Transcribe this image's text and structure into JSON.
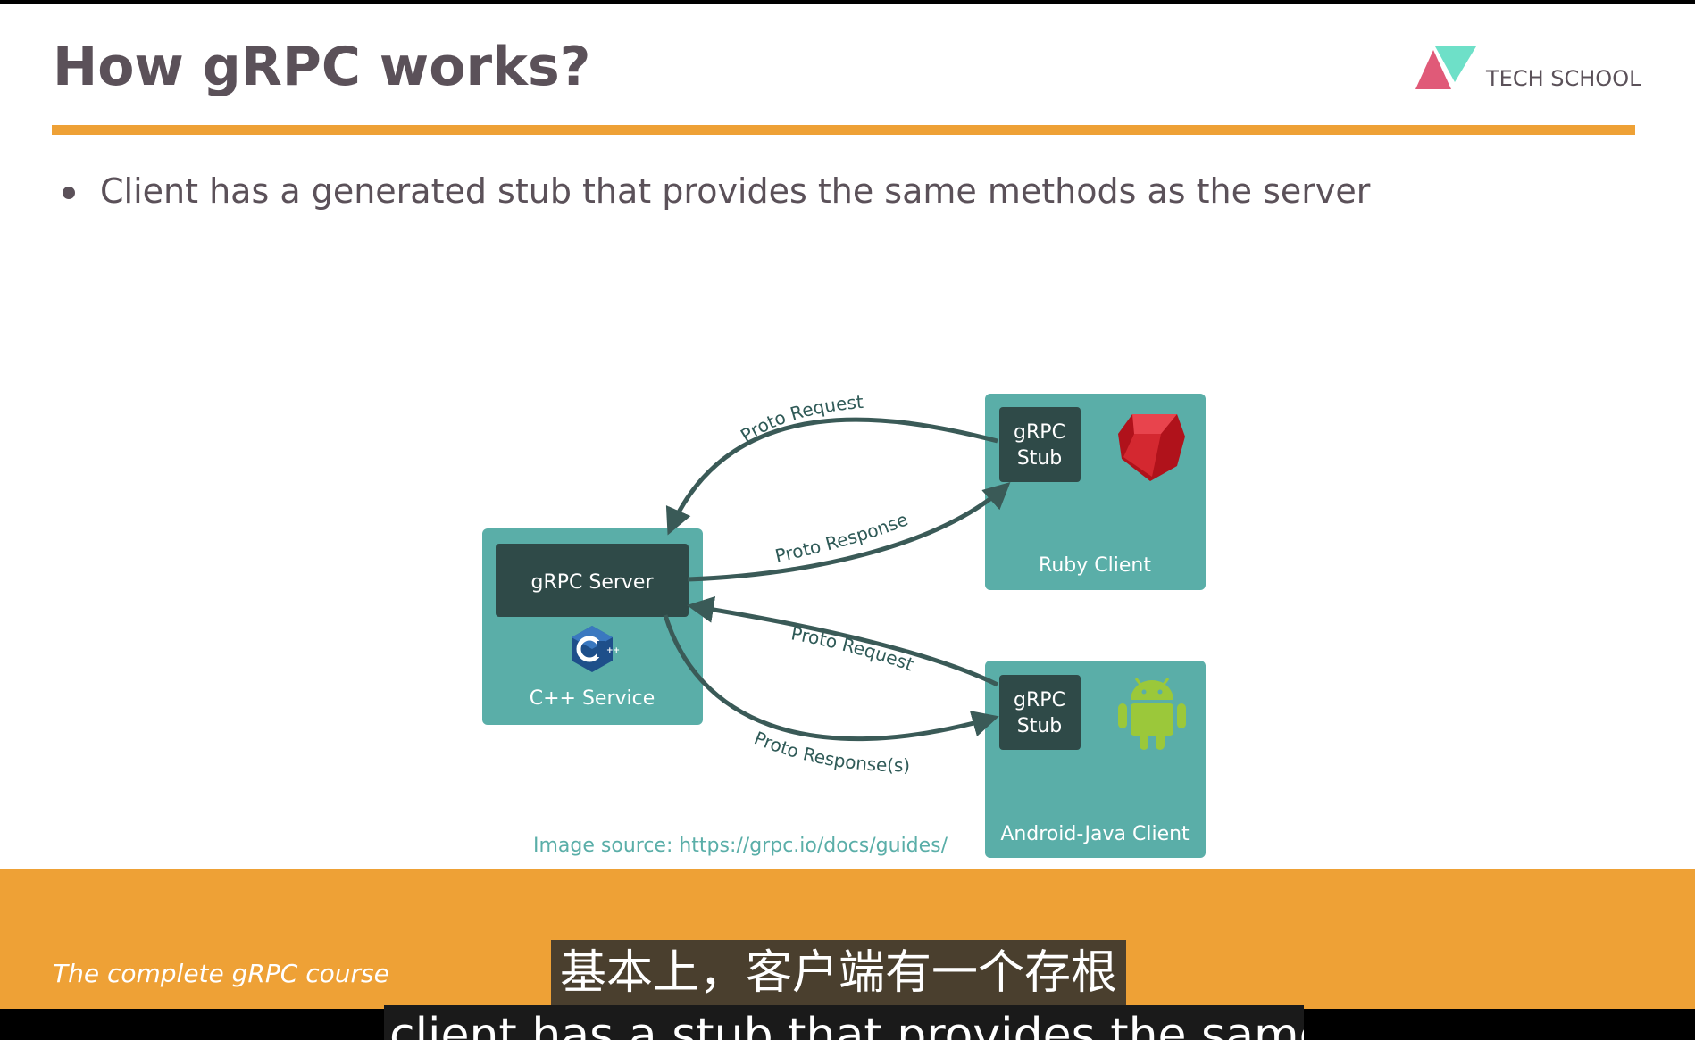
{
  "slide": {
    "title": "How gRPC works?",
    "logo": {
      "text": "TECH SCHOOL",
      "icon": "tech-school-logo"
    },
    "bullet": "Client has a generated stub that provides the same methods as the server",
    "image_source": "Image source: https://grpc.io/docs/guides/",
    "footer_course": "The complete gRPC course"
  },
  "diagram": {
    "server_label": "gRPC Server",
    "service_label": "C++ Service",
    "ruby_stub_label_1": "gRPC",
    "ruby_stub_label_2": "Stub",
    "ruby_client_label": "Ruby Client",
    "android_stub_label_1": "gRPC",
    "android_stub_label_2": "Stub",
    "android_client_label": "Android-Java Client",
    "edge_ruby_request": "Proto Request",
    "edge_ruby_response": "Proto Response",
    "edge_android_request": "Proto Request",
    "edge_android_response": "Proto Response(s)",
    "icons": [
      "cpp-icon",
      "ruby-icon",
      "android-icon"
    ]
  },
  "subtitles": {
    "chinese": "基本上，客户端有一个存根",
    "english": "client has a stub that provides the same"
  },
  "colors": {
    "accent": "#eea136",
    "title_text": "#5b5159",
    "box_teal": "#5aaea8",
    "box_dark": "#2f4a48",
    "arrow": "#3a5a57"
  }
}
